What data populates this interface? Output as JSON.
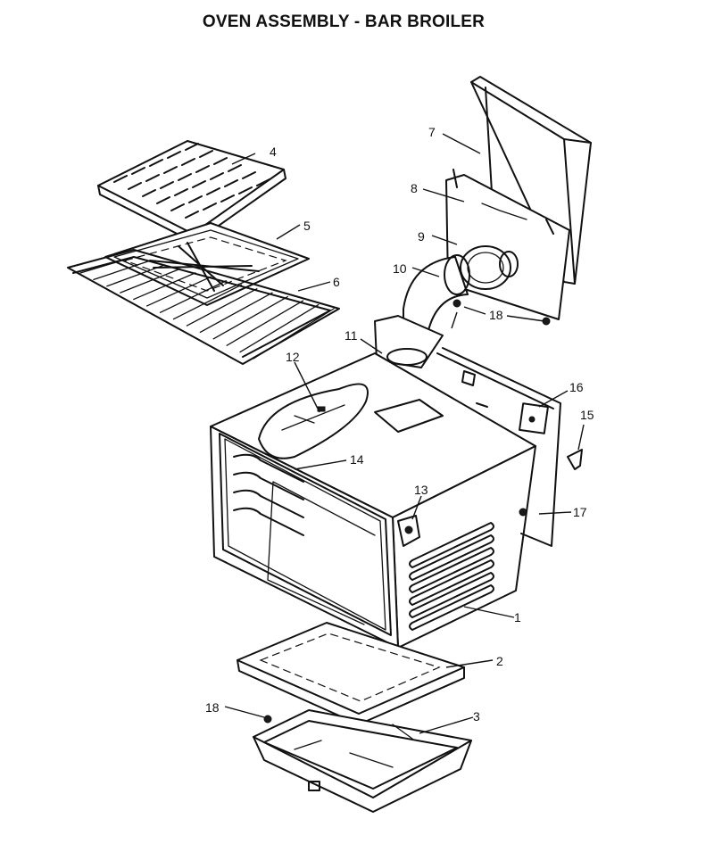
{
  "title": "OVEN ASSEMBLY - BAR BROILER",
  "callouts": [
    {
      "id": "c1",
      "label": "1"
    },
    {
      "id": "c2",
      "label": "2"
    },
    {
      "id": "c3",
      "label": "3"
    },
    {
      "id": "c4",
      "label": "4"
    },
    {
      "id": "c5",
      "label": "5"
    },
    {
      "id": "c6",
      "label": "6"
    },
    {
      "id": "c7",
      "label": "7"
    },
    {
      "id": "c8",
      "label": "8"
    },
    {
      "id": "c9",
      "label": "9"
    },
    {
      "id": "c10",
      "label": "10"
    },
    {
      "id": "c11",
      "label": "11"
    },
    {
      "id": "c12",
      "label": "12"
    },
    {
      "id": "c13",
      "label": "13"
    },
    {
      "id": "c14",
      "label": "14"
    },
    {
      "id": "c15",
      "label": "15"
    },
    {
      "id": "c16",
      "label": "16"
    },
    {
      "id": "c17",
      "label": "17"
    },
    {
      "id": "c18a",
      "label": "18"
    },
    {
      "id": "c18b",
      "label": "18"
    }
  ]
}
